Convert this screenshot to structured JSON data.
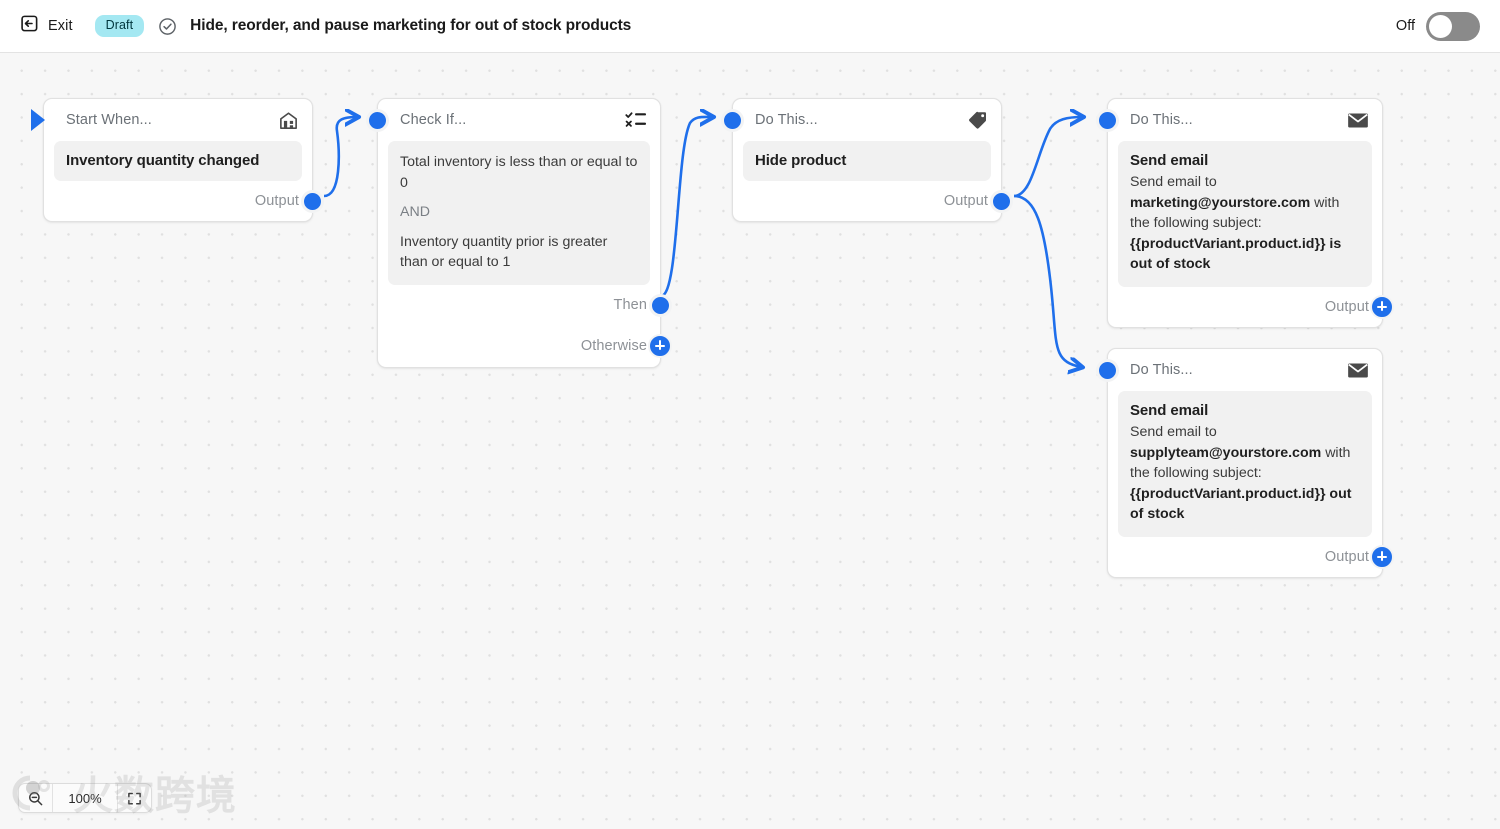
{
  "header": {
    "exit_label": "Exit",
    "exit_icon": "exit-arrow-icon",
    "status_badge": "Draft",
    "verified_icon": "check-circle-icon",
    "title": "Hide, reorder, and pause marketing for out of stock products",
    "toggle_label": "Off",
    "toggle_state": "off"
  },
  "canvas": {
    "zoom_level": "100%",
    "zoom_out_icon": "zoom-out-icon",
    "fit_icon": "fit-to-screen-icon",
    "watermark": "火数跨境"
  },
  "nodes": [
    {
      "id": "trigger",
      "head": "Start When...",
      "icon": "store-icon",
      "title": "Inventory quantity changed",
      "footer": "Output"
    },
    {
      "id": "condition",
      "head": "Check If...",
      "icon": "checklist-icon",
      "line1": "Total inventory is less than or equal to 0",
      "operator": "AND",
      "line2": "Inventory quantity prior is greater than or equal to 1",
      "footer_then": "Then",
      "footer_otherwise": "Otherwise"
    },
    {
      "id": "hide-product",
      "head": "Do This...",
      "icon": "tag-icon",
      "title": "Hide product",
      "footer": "Output"
    },
    {
      "id": "email-marketing",
      "head": "Do This...",
      "icon": "envelope-icon",
      "title": "Send email",
      "text_prefix": "Send email to",
      "recipient": "marketing@yourstore.com",
      "text_mid": "with the following subject:",
      "subject": "{{productVariant.product.id}} is out of stock",
      "footer": "Output"
    },
    {
      "id": "email-supply",
      "head": "Do This...",
      "icon": "envelope-icon",
      "title": "Send email",
      "text_prefix": "Send email to",
      "recipient": "supplyteam@yourstore.com",
      "text_mid": "with the following subject:",
      "subject": "{{productVariant.product.id}} out of stock",
      "footer": "Output"
    }
  ],
  "colors": {
    "accent": "#1f6feb",
    "badge_bg": "#a4e8f2",
    "badge_text": "#00363d",
    "canvas_bg": "#f7f7f7",
    "node_body_bg": "#f1f1f1",
    "toggle_off": "#8a8a8a"
  }
}
